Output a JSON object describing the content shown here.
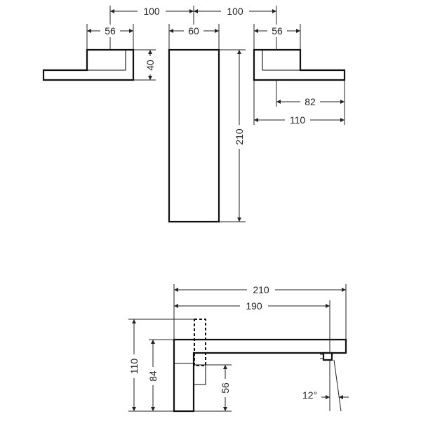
{
  "dimensions": {
    "top_left_spacing": "100",
    "top_right_spacing": "100",
    "left_handle_width": "56",
    "center_body_width": "60",
    "right_handle_width": "56",
    "left_handle_height": "40",
    "center_body_height": "210",
    "right_lever_82": "82",
    "right_lever_110": "110",
    "spout_length_210": "210",
    "spout_length_190": "190",
    "side_height_110": "110",
    "side_height_84": "84",
    "side_height_56": "56",
    "spout_angle": "12°"
  }
}
